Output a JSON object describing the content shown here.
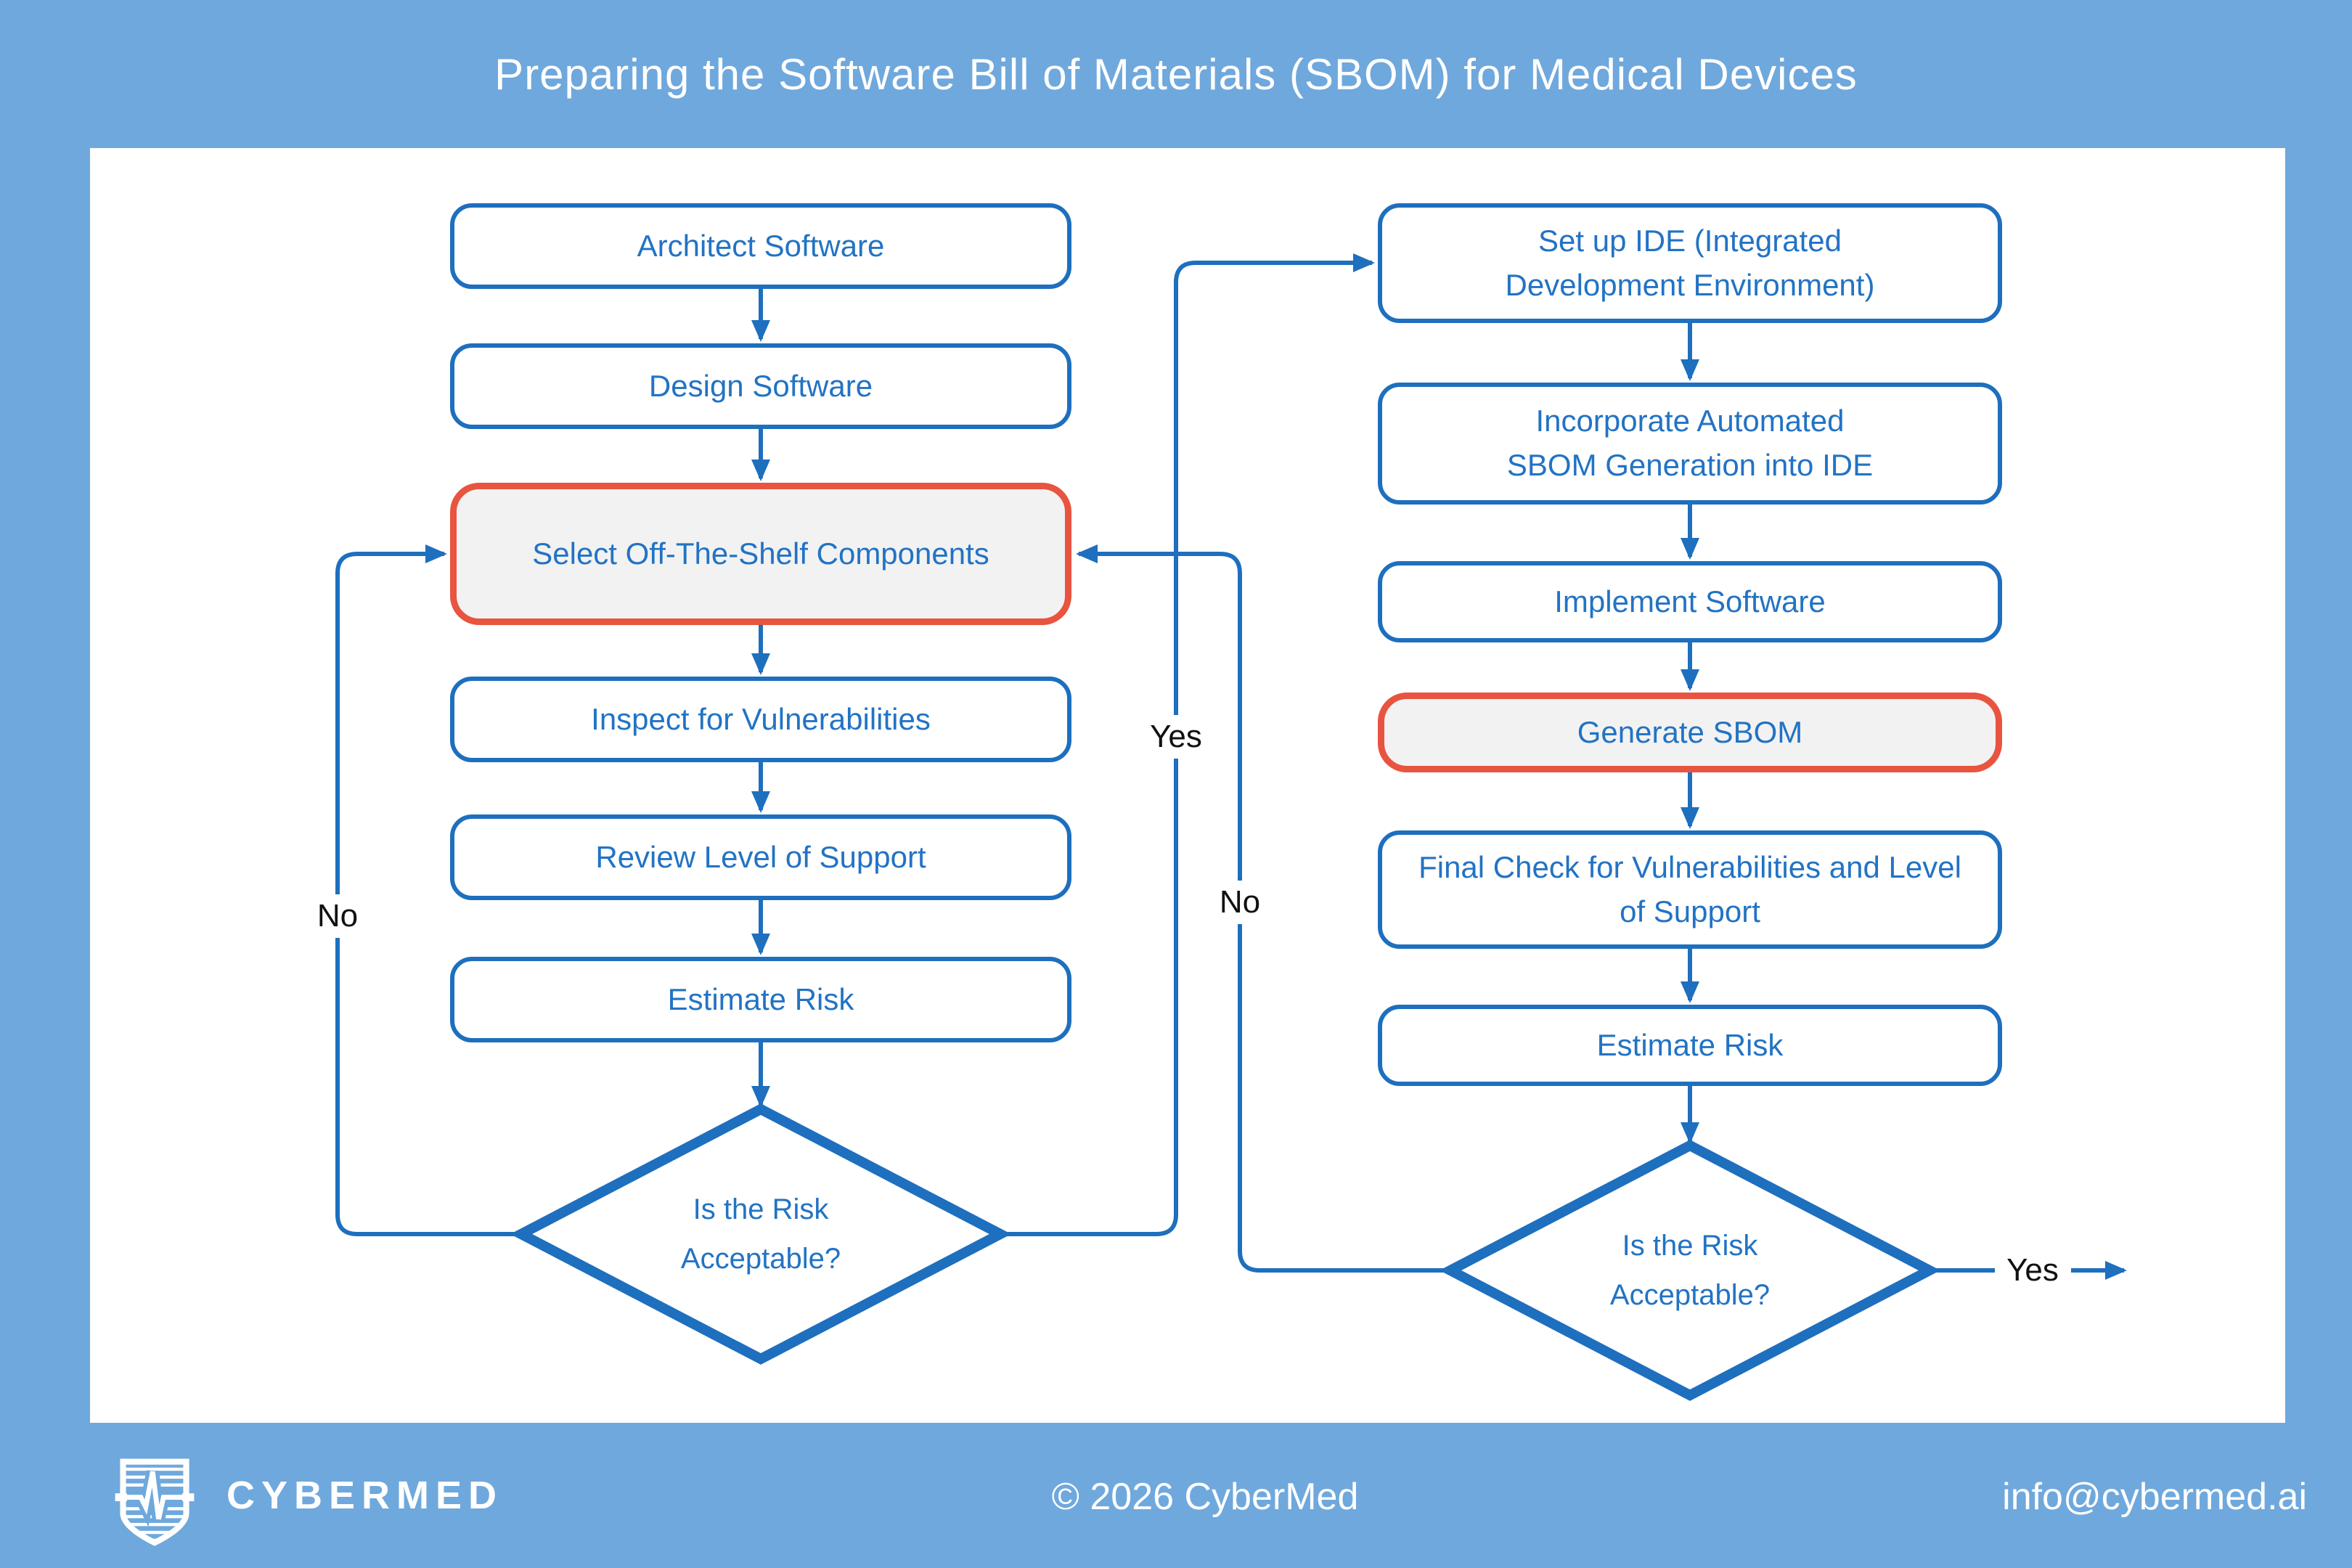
{
  "title": "Preparing the Software Bill of Materials (SBOM) for Medical Devices",
  "flow": {
    "left_nodes": [
      {
        "label": "Architect Software",
        "highlighted": false
      },
      {
        "label": "Design Software",
        "highlighted": false
      },
      {
        "label": "Select Off-The-Shelf Components",
        "highlighted": true
      },
      {
        "label": "Inspect for Vulnerabilities",
        "highlighted": false
      },
      {
        "label": "Review Level of Support",
        "highlighted": false
      },
      {
        "label": "Estimate Risk",
        "highlighted": false
      }
    ],
    "left_decision": {
      "label": "Is the Risk Acceptable?"
    },
    "right_nodes": [
      {
        "label": "Set up IDE (Integrated Development Environment)",
        "highlighted": false
      },
      {
        "label": "Incorporate Automated SBOM Generation into IDE",
        "highlighted": false
      },
      {
        "label": "Implement Software",
        "highlighted": false
      },
      {
        "label": "Generate SBOM",
        "highlighted": true
      },
      {
        "label": "Final Check for Vulnerabilities and Level of Support",
        "highlighted": false
      },
      {
        "label": "Estimate Risk",
        "highlighted": false
      }
    ],
    "right_decision": {
      "label": "Is the Risk Acceptable?"
    },
    "edge_labels": {
      "left_no": "No",
      "mid_yes": "Yes",
      "mid_no": "No",
      "right_yes": "Yes"
    }
  },
  "colors": {
    "background": "#6FA8DC",
    "node_border": "#1E6FBE",
    "node_text": "#2273C4",
    "highlight_border": "#E85440",
    "highlight_fill": "#F2F2F2",
    "edge_label": "#111111"
  },
  "footer": {
    "brand": "CYBERMED",
    "copyright": "© 2026 CyberMed",
    "email": "info@cybermed.ai"
  }
}
